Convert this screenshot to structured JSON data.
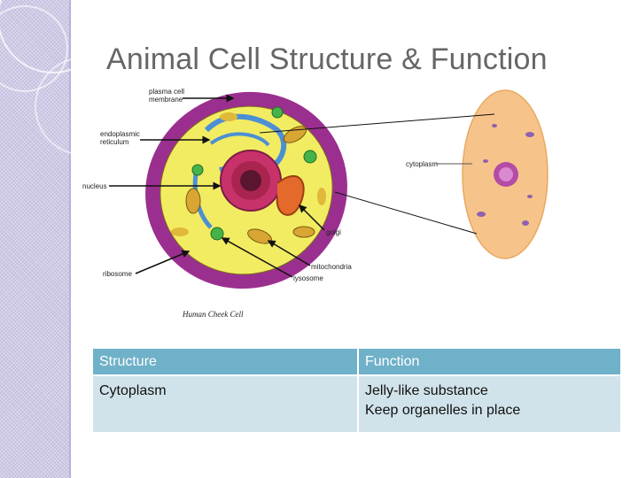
{
  "slide": {
    "title": "Animal Cell Structure & Function"
  },
  "figure": {
    "labels": {
      "plasma_membrane_1": "plasma cell",
      "plasma_membrane_2": "membrane",
      "er_1": "endoplasmic",
      "er_2": "reticulum",
      "nucleus": "nucleus",
      "ribosome": "ribosome",
      "golgi": "golgi",
      "mitochondria": "mitochondria",
      "lysosome": "lysosome",
      "cytoplasm": "cytoplasm"
    },
    "caption": "Human Cheek Cell",
    "colors": {
      "cell_wall": "#9b2f8f",
      "cytoplasm": "#f2ec62",
      "nucleus": "#c8326b",
      "cheek_cell": "#f6c48a"
    }
  },
  "table": {
    "headers": [
      "Structure",
      "Function"
    ],
    "rows": [
      {
        "structure": "Cytoplasm",
        "function_line1": "Jelly-like substance",
        "function_line2": "Keep organelles in place"
      }
    ]
  }
}
